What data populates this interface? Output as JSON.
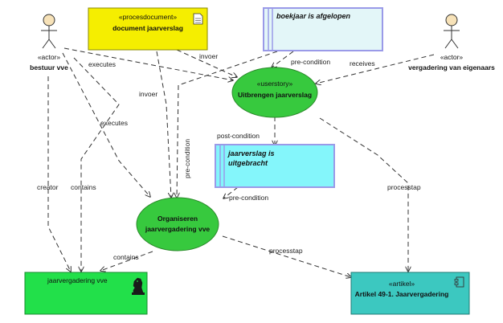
{
  "actors": {
    "bestuur": {
      "stereotype": "«actor»",
      "name": "bestuur vve"
    },
    "vergadering": {
      "stereotype": "«actor»",
      "name": "vergadering van eigenaars"
    }
  },
  "procesdocument": {
    "stereotype": "«procesdocument»",
    "name": "document jaarverslag"
  },
  "conditions": {
    "boekjaar": "boekjaar is afgelopen",
    "jaarverslag_line1": "jaarverslag is",
    "jaarverslag_line2": "uitgebracht"
  },
  "userstory": {
    "stereotype": "«userstory»",
    "name": "Uitbrengen jaarverslag"
  },
  "process": {
    "line1": "Organiseren",
    "line2": "jaarvergadering vve"
  },
  "jaarvergadering": {
    "name": "jaarvergadering vve"
  },
  "artikel": {
    "stereotype": "«artikel»",
    "name": "Artikel 49-1. Jaarvergadering"
  },
  "edge_labels": {
    "executes_1": "executes",
    "executes_2": "executes",
    "invoer_1": "invoer",
    "invoer_2": "invoer",
    "precondition_1": "pre-condition",
    "precondition_2": "pre-condition",
    "precondition_3": "pre-condition",
    "receives": "receives",
    "postcondition": "post-condition",
    "creator": "creator",
    "contains_1": "contains",
    "contains_2": "contains",
    "processtap_1": "processtap",
    "processtap_2": "processtap"
  },
  "colors": {
    "procesdocument": "#f5ee00",
    "condition_light": "#e3f6f8",
    "condition_cyan": "#84f6fb",
    "condition_border": "#9a9ae8",
    "ellipse": "#37c93e",
    "jaarvergadering": "#22e04a",
    "artikel": "#3cc8c0"
  }
}
